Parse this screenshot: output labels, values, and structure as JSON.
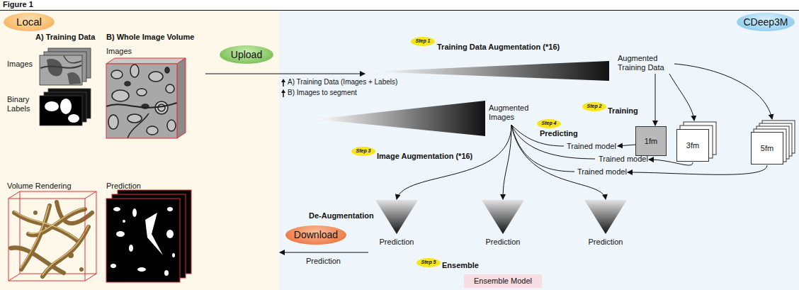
{
  "diagram": {
    "title": "Figure 1",
    "nodes": [
      {
        "text": [
          "Local"
        ]
      },
      {
        "text": [
          "CDeep3M"
        ]
      },
      {
        "text": [
          "Upload"
        ]
      },
      {
        "text": [
          "Step 1"
        ]
      },
      {
        "text": [
          "Step 2"
        ]
      },
      {
        "text": [
          "Step 3"
        ]
      },
      {
        "text": [
          "Step 4"
        ]
      },
      {
        "text": [
          "1fm"
        ]
      },
      {
        "text": [
          "3fm"
        ]
      },
      {
        "text": [
          "5fm"
        ]
      },
      {
        "text": [
          "Download"
        ]
      },
      {
        "text": [
          "Prediction"
        ]
      },
      {
        "text": [
          "Prediction"
        ]
      },
      {
        "text": [
          "Prediction"
        ]
      },
      {
        "text": [
          "Step 5"
        ]
      },
      {
        "text": [
          "Ensemble Model"
        ]
      }
    ],
    "edges": [
      {
        "from": 11,
        "to": 15,
        "arrow": "to"
      },
      {
        "from": 12,
        "to": 15,
        "arrow": "to"
      },
      {
        "from": 13,
        "to": 15,
        "arrow": "to"
      }
    ],
    "labels": [
      "A) Training Data",
      "B) Whole Image Volume",
      "Images",
      "Binary Labels",
      "Images",
      "Volume Rendering",
      "Prediction",
      "A) Training Data (Images + Labels)",
      "B) Images to segment",
      "Training Data Augmentation (*16)",
      "Augmented Training Data",
      "Training",
      "Image Augmentation (*16)",
      "Augmented Images",
      "Predicting",
      "Trained model",
      "Trained model",
      "Trained model",
      "De-Augmentation",
      "Ensemble",
      "Prediction"
    ]
  }
}
